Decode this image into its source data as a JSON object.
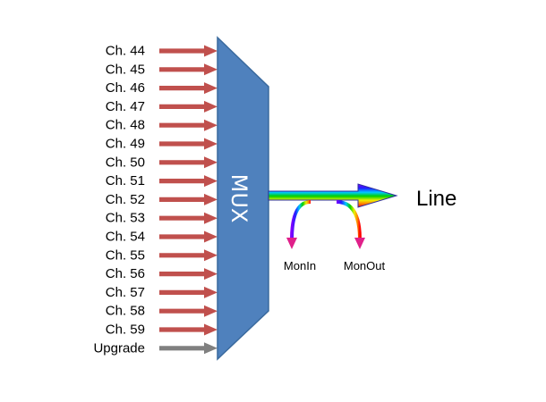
{
  "channels": [
    "Ch. 44",
    "Ch. 45",
    "Ch. 46",
    "Ch. 47",
    "Ch. 48",
    "Ch. 49",
    "Ch. 50",
    "Ch. 51",
    "Ch. 52",
    "Ch. 53",
    "Ch. 54",
    "Ch. 55",
    "Ch. 56",
    "Ch. 57",
    "Ch. 58",
    "Ch. 59"
  ],
  "upgrade_label": "Upgrade",
  "mux_label": "MUX",
  "output_label": "Line",
  "monitors": {
    "mon_in": "MonIn",
    "mon_out": "MonOut"
  },
  "colors": {
    "channel_arrow": "#c0504d",
    "upgrade_arrow": "#808080",
    "mux_fill": "#4f81bd",
    "mux_stroke": "#3a6a9e"
  }
}
